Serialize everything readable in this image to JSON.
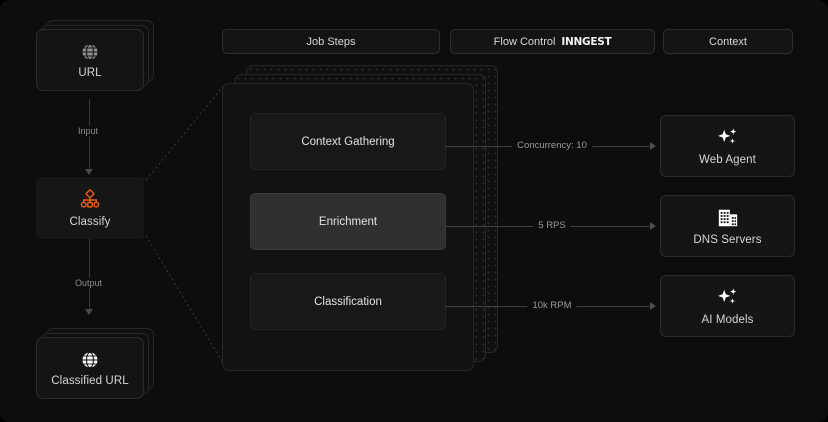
{
  "header": {
    "tabs": [
      {
        "label": "Job Steps",
        "brand": ""
      },
      {
        "label": "Flow Control",
        "brand": "INNGEST"
      },
      {
        "label": "Context",
        "brand": ""
      }
    ]
  },
  "left_flow": {
    "source": {
      "label": "URL",
      "icon": "globe-icon"
    },
    "input_connector": "Input",
    "processor": {
      "label": "Classify",
      "icon": "classify-hierarchy-icon",
      "accent": "#EE5C1B"
    },
    "output_connector": "Output",
    "result": {
      "label": "Classified URL",
      "icon": "globe-icon"
    }
  },
  "job_steps": {
    "steps": [
      {
        "label": "Context Gathering",
        "state": "idle"
      },
      {
        "label": "Enrichment",
        "state": "active"
      },
      {
        "label": "Classification",
        "state": "idle"
      }
    ]
  },
  "connections": [
    {
      "label": "Concurrency: 10"
    },
    {
      "label": "5 RPS"
    },
    {
      "label": "10k RPM"
    }
  ],
  "resources": [
    {
      "label": "Web Agent",
      "icon": "sparkles-icon"
    },
    {
      "label": "DNS Servers",
      "icon": "server-building-icon"
    },
    {
      "label": "AI Models",
      "icon": "sparkles-icon"
    }
  ],
  "colors": {
    "background": "#0d0d0d",
    "card": "#141414",
    "border": "#2b2b2b",
    "accent": "#EE5C1B",
    "text_primary": "#d6d6d6",
    "text_muted": "#8a8a8a"
  }
}
